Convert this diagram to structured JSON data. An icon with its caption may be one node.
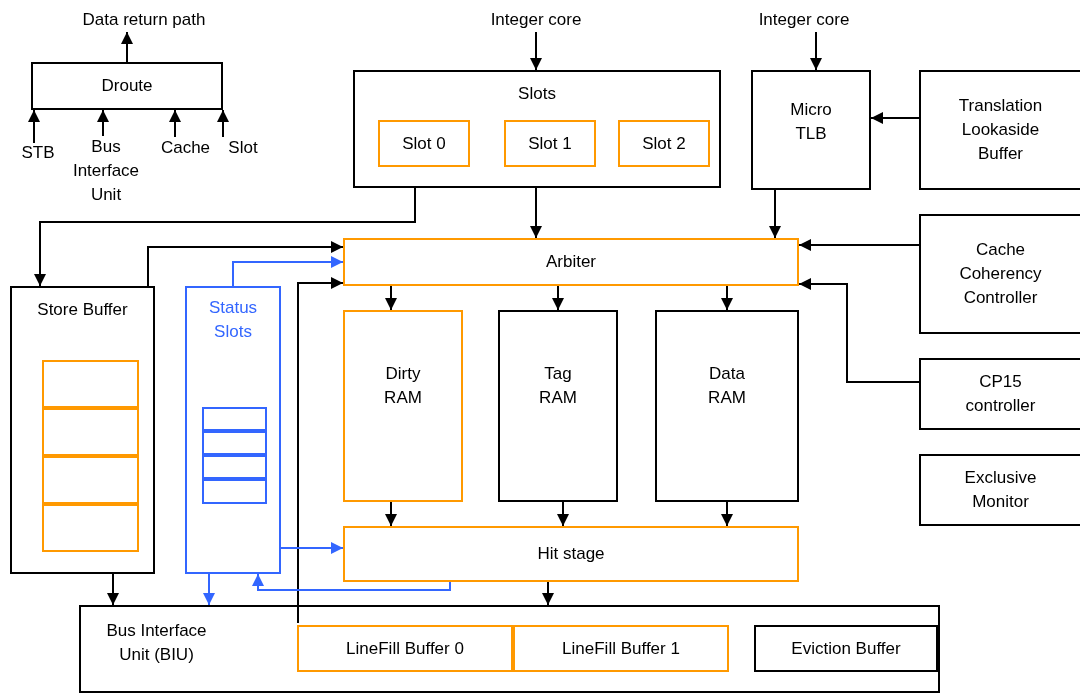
{
  "diagram": {
    "nodes": [
      {
        "text": [
          "Data return path"
        ]
      },
      {
        "text": [
          "Droute"
        ]
      },
      {
        "text": [
          "STB"
        ]
      },
      {
        "text": [
          "Bus Interface Unit"
        ]
      },
      {
        "text": [
          "Cache"
        ]
      },
      {
        "text": [
          "Slot"
        ]
      },
      {
        "text": [
          "Integer core"
        ]
      },
      {
        "text": [
          "Integer core"
        ]
      },
      {
        "text": [
          "Slots"
        ]
      },
      {
        "text": [
          "Slot 0"
        ],
        "in": 8
      },
      {
        "text": [
          "Slot 1"
        ],
        "in": 8
      },
      {
        "text": [
          "Slot 2"
        ],
        "in": 8
      },
      {
        "text": [
          "Micro TLB"
        ]
      },
      {
        "text": [
          "Translation Lookaside Buffer"
        ]
      },
      {
        "text": [
          "Arbiter"
        ]
      },
      {
        "text": [
          "Cache Coherency Controller"
        ]
      },
      {
        "text": [
          "Store Buffer"
        ]
      },
      {
        "text": [],
        "shape": "box",
        "in": 16
      },
      {
        "text": [],
        "shape": "box",
        "in": 16
      },
      {
        "text": [],
        "shape": "box",
        "in": 16
      },
      {
        "text": [],
        "shape": "box",
        "in": 16
      },
      {
        "text": [
          "Status Slots"
        ]
      },
      {
        "text": [],
        "shape": "box",
        "in": 21
      },
      {
        "text": [],
        "shape": "box",
        "in": 21
      },
      {
        "text": [],
        "shape": "box",
        "in": 21
      },
      {
        "text": [],
        "shape": "box",
        "in": 21
      },
      {
        "text": [
          "Dirty RAM"
        ]
      },
      {
        "text": [
          "Tag RAM"
        ]
      },
      {
        "text": [
          "Data RAM"
        ]
      },
      {
        "text": [
          "CP15 controller"
        ]
      },
      {
        "text": [
          "Exclusive Monitor"
        ]
      },
      {
        "text": [
          "Hit stage"
        ]
      },
      {
        "text": [
          "Bus Interface Unit (BIU)"
        ]
      },
      {
        "text": [
          "LineFill Buffer 0"
        ],
        "in": 32
      },
      {
        "text": [
          "LineFill Buffer 1"
        ],
        "in": 32
      },
      {
        "text": [
          "Eviction Buffer"
        ],
        "in": 32
      }
    ],
    "edges": [
      {
        "from": 1,
        "to": 0,
        "arrow": "to"
      },
      {
        "from": 2,
        "to": 1,
        "arrow": "to"
      },
      {
        "from": 3,
        "to": 1,
        "arrow": "to"
      },
      {
        "from": 4,
        "to": 1,
        "arrow": "to"
      },
      {
        "from": 5,
        "to": 1,
        "arrow": "to"
      },
      {
        "from": 6,
        "to": 8,
        "arrow": "to"
      },
      {
        "from": 7,
        "to": 12,
        "arrow": "to"
      },
      {
        "from": 13,
        "to": 12,
        "arrow": "to"
      },
      {
        "from": 8,
        "to": 16,
        "arrow": "to"
      },
      {
        "from": 8,
        "to": 14,
        "arrow": "to"
      },
      {
        "from": 12,
        "to": 14,
        "arrow": "to"
      },
      {
        "from": 15,
        "to": 14,
        "arrow": "to"
      },
      {
        "from": 29,
        "to": 14,
        "arrow": "to"
      },
      {
        "from": 16,
        "to": 14,
        "arrow": "to"
      },
      {
        "from": 21,
        "to": 14,
        "arrow": "to",
        "color": "#3366ff"
      },
      {
        "from": 33,
        "to": 14,
        "arrow": "to"
      },
      {
        "from": 14,
        "to": 26,
        "arrow": "to"
      },
      {
        "from": 14,
        "to": 27,
        "arrow": "to"
      },
      {
        "from": 14,
        "to": 28,
        "arrow": "to"
      },
      {
        "from": 26,
        "to": 31,
        "arrow": "to"
      },
      {
        "from": 27,
        "to": 31,
        "arrow": "to"
      },
      {
        "from": 28,
        "to": 31,
        "arrow": "to"
      },
      {
        "from": 21,
        "to": 31,
        "arrow": "to",
        "color": "#3366ff"
      },
      {
        "from": 31,
        "to": 21,
        "arrow": "to",
        "color": "#3366ff"
      },
      {
        "from": 21,
        "to": 32,
        "arrow": "to",
        "color": "#3366ff"
      },
      {
        "from": 16,
        "to": 32,
        "arrow": "to"
      },
      {
        "from": 31,
        "to": 32,
        "arrow": "to"
      }
    ]
  }
}
